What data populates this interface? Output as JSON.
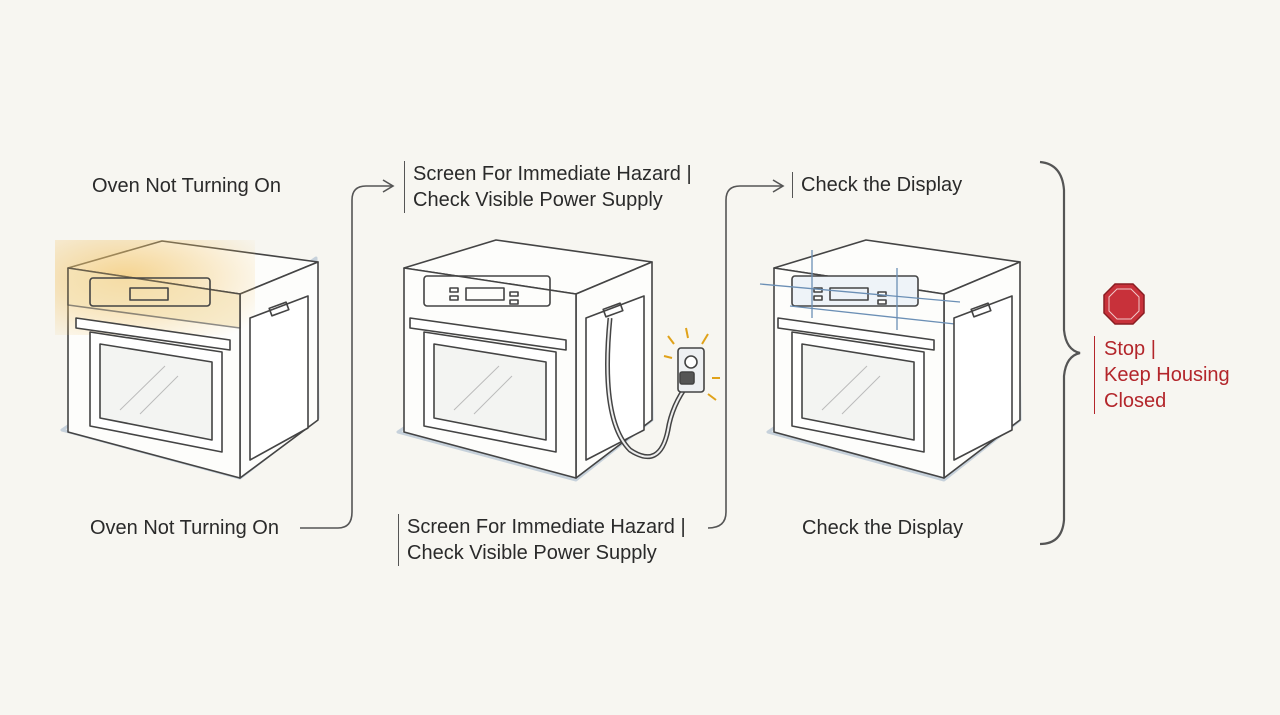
{
  "steps": [
    {
      "top_label": "Oven Not Turning On",
      "bottom_label": "Oven Not Turning On"
    },
    {
      "top_lines": [
        "Screen For Immediate Hazard |",
        "Check Visible Power Supply"
      ],
      "bottom_lines": [
        "Screen For Immediate Hazard |",
        "Check Visible Power Supply"
      ]
    },
    {
      "top_label": "Check the Display",
      "bottom_label": "Check the Display"
    }
  ],
  "outcome": {
    "lines": [
      "Stop |",
      "Keep Housing",
      "Closed"
    ],
    "icon": "stop-sign-icon",
    "color": "#b3262b"
  },
  "colors": {
    "highlight": "#f2c56b",
    "stroke": "#444444",
    "shadow": "#9fb3c8"
  }
}
